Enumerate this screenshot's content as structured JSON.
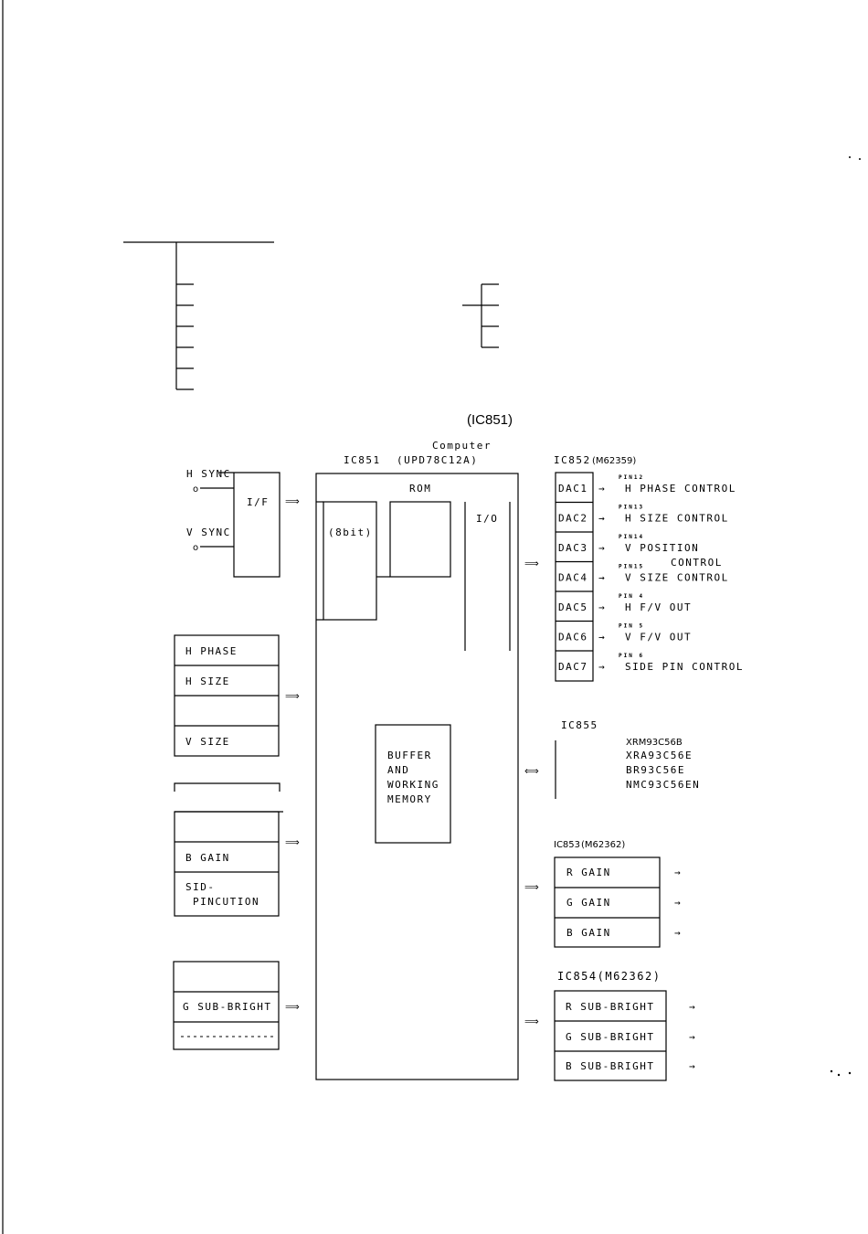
{
  "title_ref": "(IC851)",
  "computer": {
    "label": "Computer",
    "ic": "IC851",
    "part": "(UPD78C12A)",
    "rom": "ROM",
    "cpu": "(8bit)",
    "io": "I/O",
    "buffer": [
      "BUFFER",
      "AND",
      "WORKING",
      "MEMORY"
    ]
  },
  "interface": {
    "h_sync": "H SYNC",
    "v_sync": "V SYNC",
    "if_label": "I/F",
    "terminal": "o"
  },
  "control_group": {
    "items": [
      "H PHASE",
      "H SIZE",
      "",
      "V SIZE"
    ]
  },
  "gain_group": {
    "items": [
      "",
      "B GAIN",
      "SID-",
      "PINCUTION"
    ]
  },
  "bright_group": {
    "items": [
      "",
      "G SUB-BRIGHT"
    ]
  },
  "dac_chip": {
    "label": "IC852",
    "part": "(M62359)",
    "dacs": [
      {
        "name": "DAC1",
        "pin": "PIN12",
        "fn": "H PHASE CONTROL"
      },
      {
        "name": "DAC2",
        "pin": "PIN13",
        "fn": "H SIZE CONTROL"
      },
      {
        "name": "DAC3",
        "pin": "PIN14",
        "fn": "V POSITION"
      },
      {
        "name": "DAC4",
        "pin": "PIN15",
        "fn": "V SIZE CONTROL"
      },
      {
        "name": "DAC5",
        "pin": "PIN 4",
        "fn": "H F/V OUT"
      },
      {
        "name": "DAC6",
        "pin": "PIN 5",
        "fn": "V F/V OUT"
      },
      {
        "name": "DAC7",
        "pin": "PIN 6",
        "fn": "SIDE PIN CONTROL"
      }
    ],
    "extra_control": "CONTROL"
  },
  "eeprom": {
    "label": "IC855",
    "parts": [
      "XRM93C56B",
      "XRA93C56E",
      "BR93C56E",
      "NMC93C56EN"
    ]
  },
  "gain_chip": {
    "label": "IC853",
    "part": "(M62362)",
    "items": [
      "R GAIN",
      "G GAIN",
      "B GAIN"
    ]
  },
  "bright_chip": {
    "label": "IC854(M62362)",
    "items": [
      "R SUB-BRIGHT",
      "G SUB-BRIGHT",
      "B SUB-BRIGHT"
    ]
  },
  "arrow_glyph": "→"
}
